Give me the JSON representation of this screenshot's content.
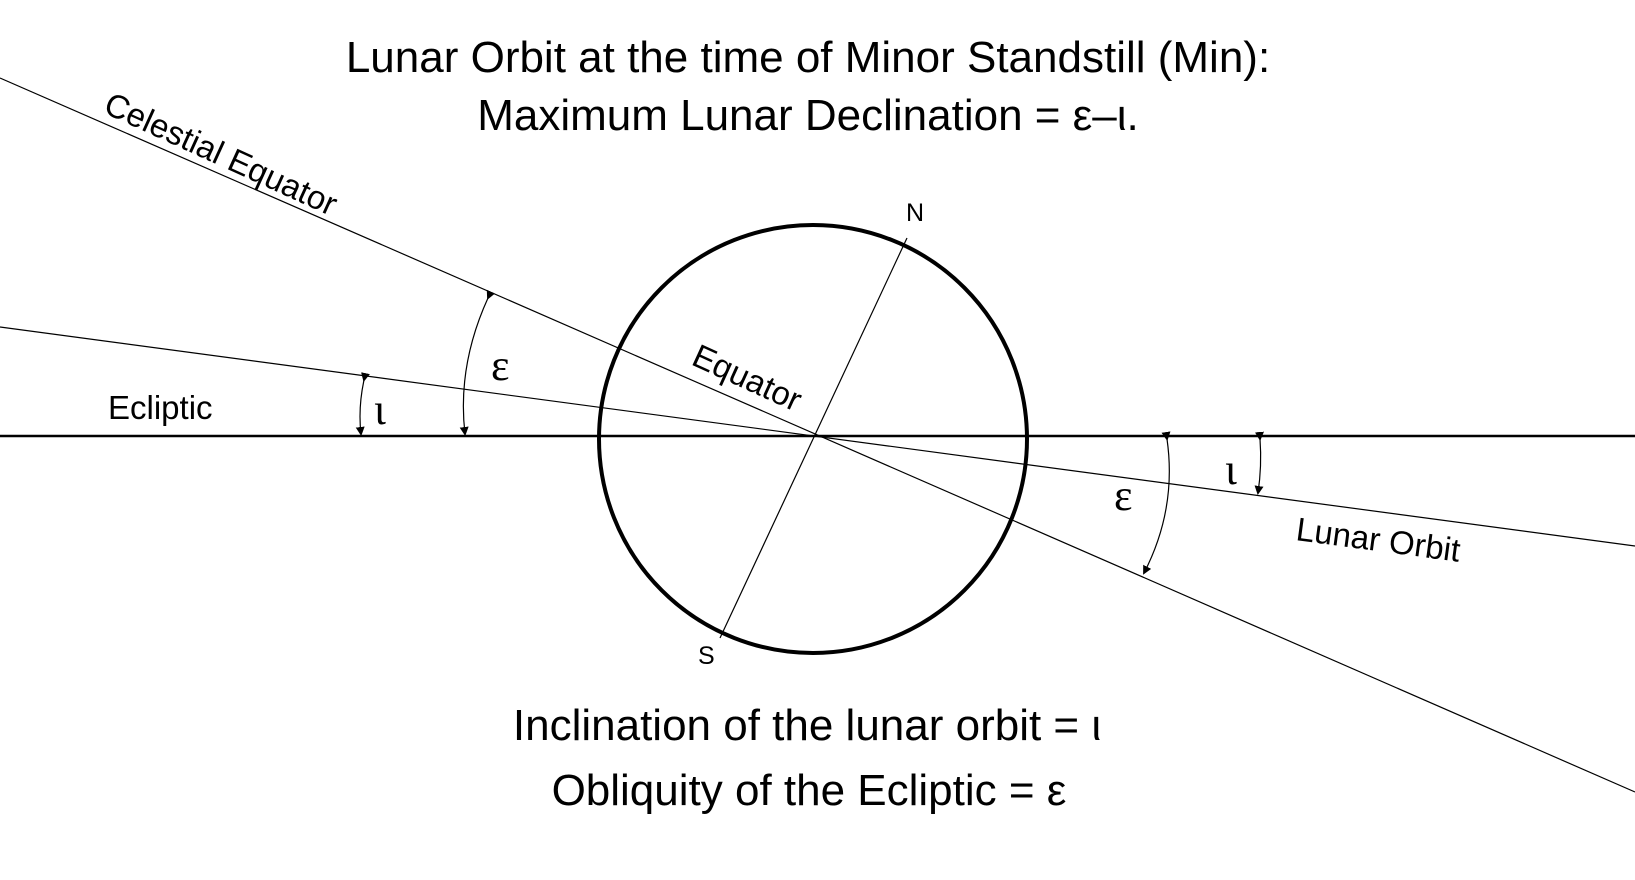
{
  "title": {
    "line1": "Lunar Orbit at the time of Minor Standstill (Min):",
    "line2": "Maximum Lunar Declination = ε–ι."
  },
  "labels": {
    "celestial_equator": "Celestial Equator",
    "ecliptic": "Ecliptic",
    "equator": "Equator",
    "lunar_orbit": "Lunar Orbit",
    "north": "N",
    "south": "S",
    "epsilon": "ε",
    "iota": "ι"
  },
  "captions": {
    "inclination": "Inclination of the lunar orbit = ι",
    "obliquity": "Obliquity of the Ecliptic = ε"
  }
}
